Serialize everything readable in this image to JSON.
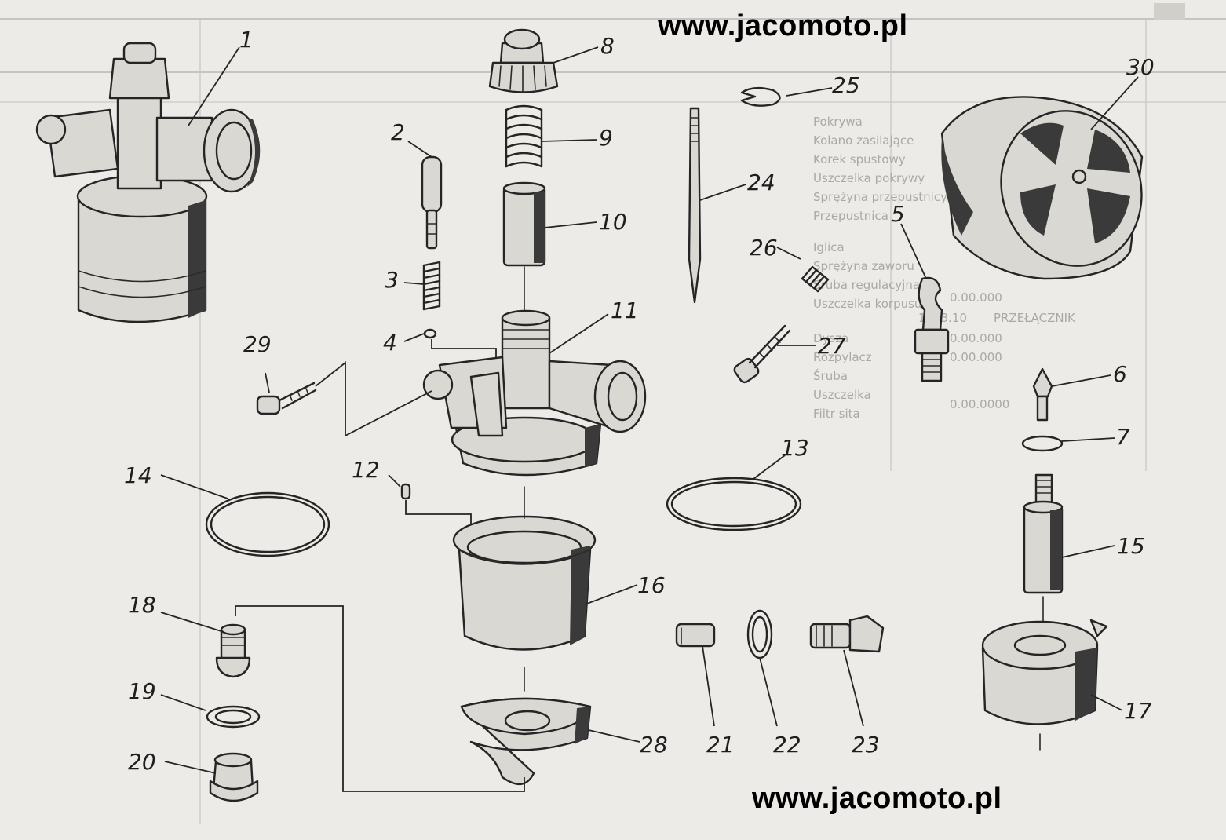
{
  "watermark": {
    "top": "www.jacomoto.pl",
    "bottom": "www.jacomoto.pl"
  },
  "part_labels": {
    "p1": "1",
    "p2": "2",
    "p3": "3",
    "p4": "4",
    "p5": "5",
    "p6": "6",
    "p7": "7",
    "p8": "8",
    "p9": "9",
    "p10": "10",
    "p11": "11",
    "p12": "12",
    "p13": "13",
    "p14": "14",
    "p15": "15",
    "p16": "16",
    "p17": "17",
    "p18": "18",
    "p19": "19",
    "p20": "20",
    "p21": "21",
    "p22": "22",
    "p23": "23",
    "p24": "24",
    "p25": "25",
    "p26": "26",
    "p27": "27",
    "p28": "28",
    "p29": "29",
    "p30": "30"
  },
  "background_table": {
    "rows": [
      "Pokrywa",
      "Kolano zasilające",
      "Korek spustowy",
      "Uszczelka pokrywy",
      "Sprężyna przepustnicy",
      "Przepustnica",
      "Iglica",
      "Sprężyna zaworu",
      "Śruba regulacyjna",
      "Uszczelka korpusu",
      "Dysza",
      "Rozpylacz",
      "Śruba",
      "Uszczelka",
      "Filtr sita"
    ],
    "ref_rows": [
      "0.00.000",
      "1.3.3.10",
      "0.00.000",
      "0.00.000",
      "0.00.0000"
    ],
    "ref_extra": "PRZEŁĄCZNIK"
  }
}
